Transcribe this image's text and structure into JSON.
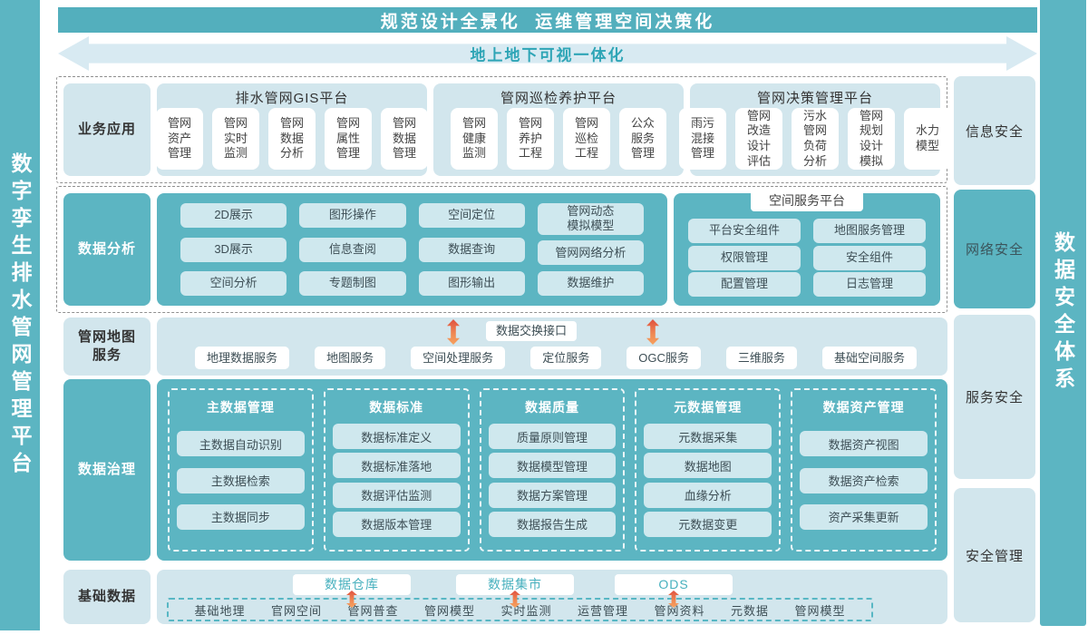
{
  "left_bar": {
    "title": "数字孪生排水管网管理平台"
  },
  "right_bar": {
    "title": "数据安全体系"
  },
  "top_banner": {
    "title": "规范设计全景化  运维管理空间决策化"
  },
  "arrow_banner": {
    "title": "地上地下可视一体化"
  },
  "rows": {
    "business": {
      "label": "业务应用",
      "platforms": [
        {
          "title": "排水管网GIS平台",
          "items": [
            "管网\n资产\n管理",
            "管网\n实时\n监测",
            "管网\n数据\n分析",
            "管网\n属性\n管理",
            "管网\n数据\n管理"
          ]
        },
        {
          "title": "管网巡检养护平台",
          "items": [
            "管网\n健康\n监测",
            "管网\n养护\n工程",
            "管网\n巡检\n工程",
            "公众\n服务\n管理"
          ]
        },
        {
          "title": "管网决策管理平台",
          "items": [
            "雨污\n混接\n管理",
            "管网\n改造\n设计\n评估",
            "污水\n管网\n负荷\n分析",
            "管网\n规划\n设计\n模拟",
            "水力\n模型"
          ]
        }
      ]
    },
    "analysis": {
      "label": "数据分析",
      "columns": [
        [
          "2D展示",
          "3D展示",
          "空间分析"
        ],
        [
          "图形操作",
          "信息查阅",
          "专题制图"
        ],
        [
          "空间定位",
          "数据查询",
          "图形输出"
        ],
        [
          "管网动态\n模拟模型",
          "管网网络分析",
          "数据维护"
        ]
      ],
      "service_platform": {
        "title": "空间服务平台",
        "left_items": [
          "平台安全组件",
          "权限管理",
          "配置管理"
        ],
        "right_items": [
          "地图服务管理",
          "安全组件",
          "日志管理"
        ]
      }
    },
    "map_service": {
      "label": "管网地图\n服务",
      "exchange": "数据交换接口",
      "services": [
        "地理数据服务",
        "地图服务",
        "空间处理服务",
        "定位服务",
        "OGC服务",
        "三维服务",
        "基础空间服务"
      ]
    },
    "governance": {
      "label": "数据治理",
      "columns": [
        {
          "title": "主数据管理",
          "items": [
            "主数据自动识别",
            "主数据检索",
            "主数据同步"
          ]
        },
        {
          "title": "数据标准",
          "items": [
            "数据标准定义",
            "数据标准落地",
            "数据评估监测",
            "数据版本管理"
          ]
        },
        {
          "title": "数据质量",
          "items": [
            "质量原则管理",
            "数据模型管理",
            "数据方案管理",
            "数据报告生成"
          ]
        },
        {
          "title": "元数据管理",
          "items": [
            "元数据采集",
            "数据地图",
            "血缘分析",
            "元数据变更"
          ]
        },
        {
          "title": "数据资产管理",
          "items": [
            "数据资产视图",
            "数据资产检索",
            "资产采集更新"
          ]
        }
      ]
    },
    "base_data": {
      "label": "基础数据",
      "stores": [
        "数据仓库",
        "数据集市",
        "ODS"
      ],
      "sources": [
        "基础地理",
        "官网空间",
        "管网普查",
        "管网模型",
        "实时监测",
        "运营管理",
        "管网资料",
        "元数据",
        "管网模型"
      ]
    }
  },
  "security_column": {
    "items": [
      "信息安全",
      "网络安全",
      "服务安全",
      "安全管理"
    ]
  },
  "colors": {
    "teal": "#5cb5c2",
    "banner_teal": "#53afbd",
    "panel_light": "#d2e6ed",
    "box_on_teal": "#cfe8ee",
    "arrow_banner_bg": "#d8eaf2",
    "arrow_banner_text": "#2ea5b6",
    "store_text": "#47b0be",
    "red_arrow_top": "#e0503f",
    "red_arrow_bottom": "#f6a25f",
    "dark_text": "#3d4e55"
  }
}
